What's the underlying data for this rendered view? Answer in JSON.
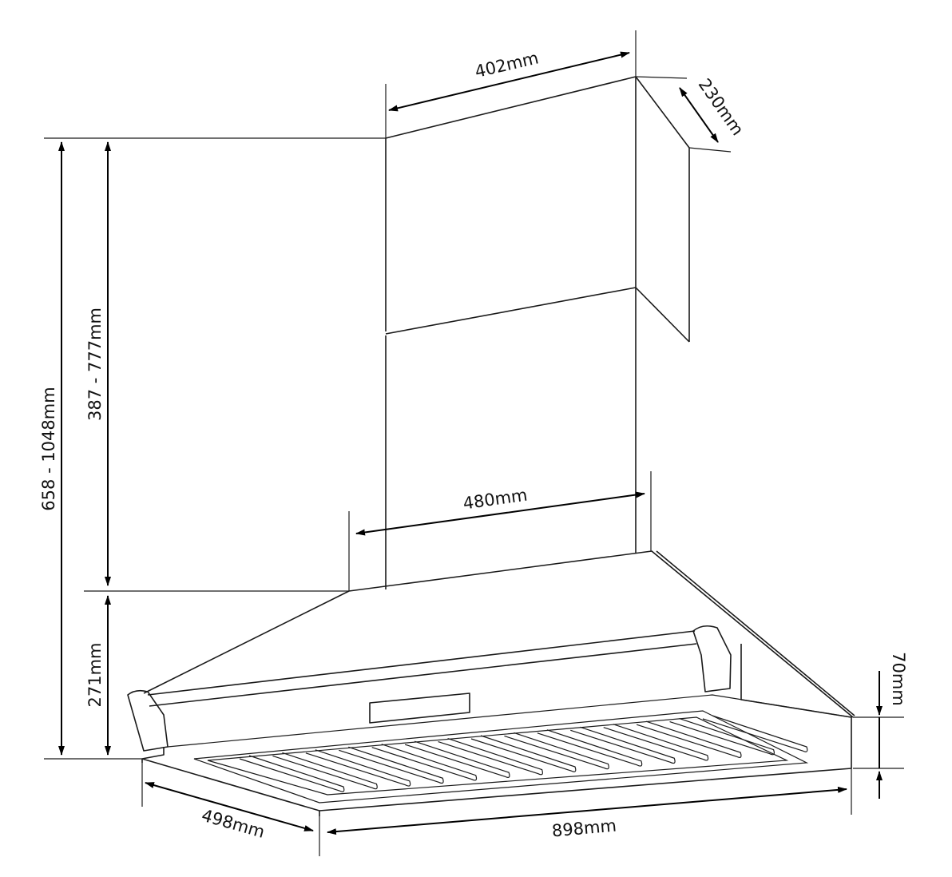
{
  "title": "Range hood dimensions",
  "dimensions": {
    "chimney_width": "402mm",
    "chimney_depth": "230mm",
    "hood_top_width": "480mm",
    "chimney_height": "387 - 777mm",
    "total_height": "658 - 1048mm",
    "canopy_height": "271mm",
    "front_panel_height": "70mm",
    "depth": "498mm",
    "width": "898mm"
  },
  "colors": {
    "line": "#1a1a1a",
    "background": "#ffffff"
  }
}
